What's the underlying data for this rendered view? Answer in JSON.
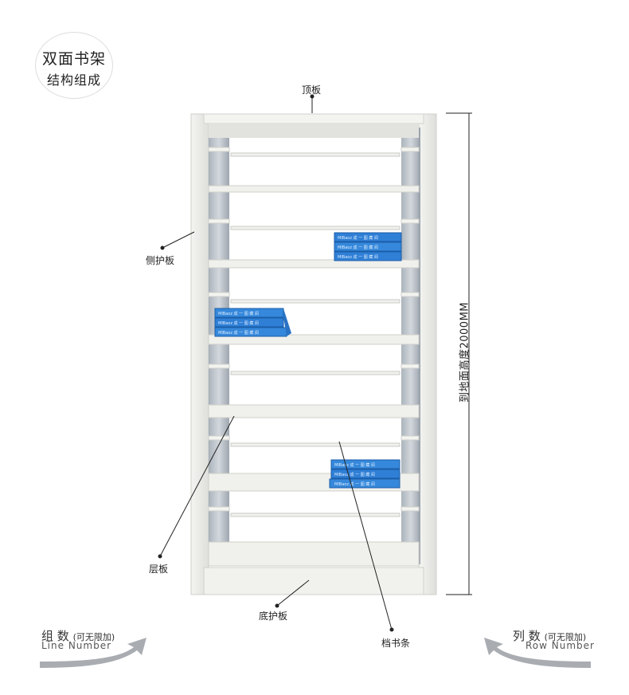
{
  "badge": {
    "line1": "双面书架",
    "line2": "结构组成"
  },
  "labels": {
    "top_panel": "顶板",
    "side_panel": "侧护板",
    "shelf": "层板",
    "base_panel": "底护板",
    "book_strip": "档书条"
  },
  "height_dimension": "到地面高度2000MM",
  "group_count": {
    "cn": "组 数",
    "note": "(可无限加)",
    "en": "Line Number"
  },
  "column_count": {
    "cn": "列 数",
    "note": "(可无限加)",
    "en": "Row Number"
  },
  "book_text": "MIBaoz 成 一 图 藏 阅",
  "colors": {
    "frame": "#eeeeea",
    "shelf": "#e9e9e4",
    "book": "#2f7fd6",
    "shadow": "#9aa3ab",
    "arrow": "#a9adb2"
  }
}
